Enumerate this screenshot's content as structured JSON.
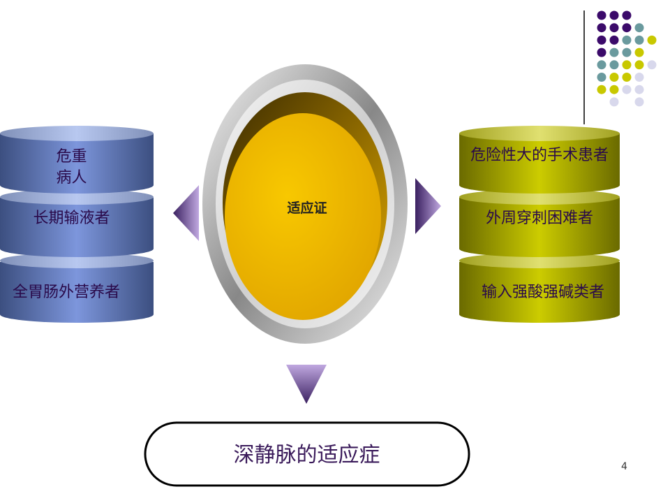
{
  "left_items": [
    "危重\n病人",
    "长期输液者",
    "全胃肠外营养者"
  ],
  "right_items": [
    "危险性大的手术患者",
    "外周穿刺困难者",
    "输入强酸强碱类者"
  ],
  "center_label": "适应证",
  "title": "深静脉的适应症",
  "page_number": "4",
  "colors": {
    "purple": "#3b0a6a",
    "teal": "#6a9a9e",
    "yellow": "#c8c800",
    "lavender": "#d8d8ec"
  }
}
